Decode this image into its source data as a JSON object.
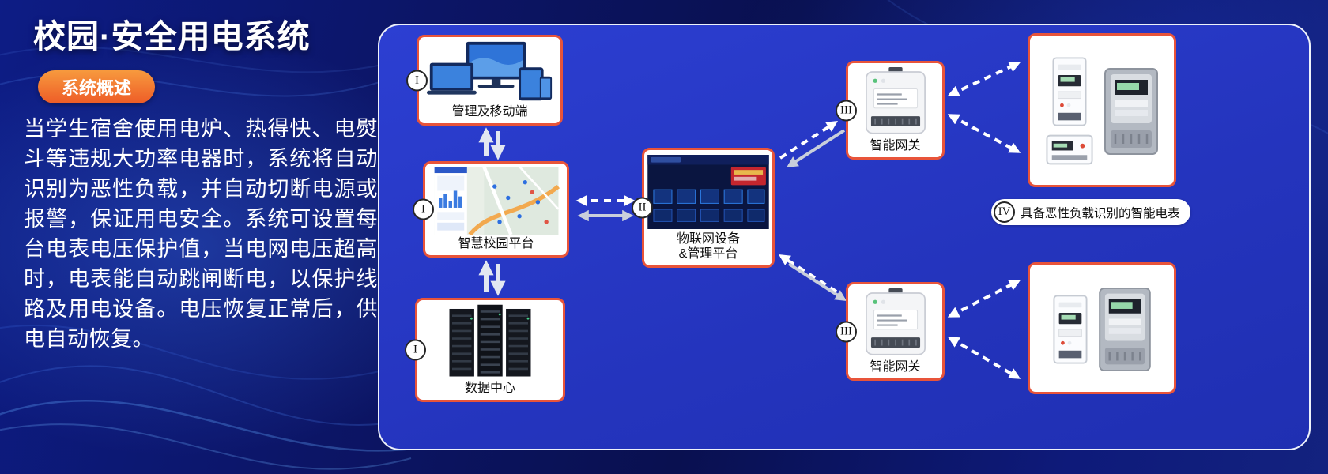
{
  "page": {
    "title": "校园·安全用电系统",
    "badge": "系统概述",
    "description": "当学生宿舍使用电炉、热得快、电熨斗等违规大功率电器时，系统将自动识别为恶性负载，并自动切断电源或报警，保证用电安全。系统可设置每台电表电压保护值，当电网电压超高时，电表能自动跳闸断电，以保护线路及用电设备。电压恢复正常后，供电自动恢复。"
  },
  "colors": {
    "background_navy": "#0c1566",
    "panel_blue": "#2434bd",
    "box_border": "#e8543a",
    "badge_orange": "#ee5c27",
    "arrow_white": "#ffffff",
    "arrow_gray": "#c9cfdb"
  },
  "diagram": {
    "nodes": {
      "management": {
        "numeral": "I",
        "label": "管理及移动端"
      },
      "smart_campus_platform": {
        "numeral": "I",
        "label": "智慧校园平台"
      },
      "data_center": {
        "numeral": "I",
        "label": "数据中心"
      },
      "iot_platform": {
        "numeral": "II",
        "label_line1": "物联网设备",
        "label_line2": "&管理平台"
      },
      "gateway_top": {
        "numeral": "III",
        "label": "智能网关"
      },
      "gateway_bottom": {
        "numeral": "III",
        "label": "智能网关"
      },
      "smart_meters": {
        "numeral": "IV",
        "label": "具备恶性负载识别的智能电表"
      }
    }
  }
}
